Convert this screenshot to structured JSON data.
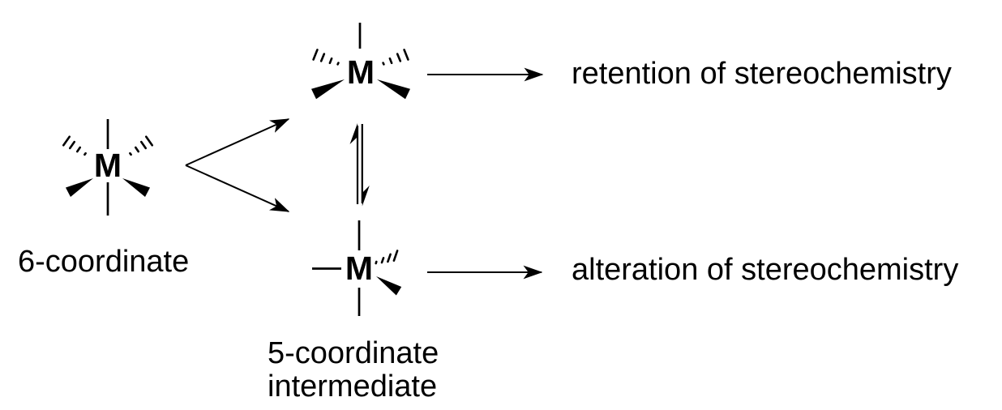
{
  "colors": {
    "ink": "#000000",
    "background": "#ffffff"
  },
  "structures": {
    "six_coordinate": {
      "symbol": "M",
      "caption": "6-coordinate"
    },
    "square_pyramidal_intermediate": {
      "symbol": "M"
    },
    "trigonal_bipyramidal_intermediate": {
      "symbol": "M"
    },
    "intermediate_caption": {
      "line1": "5-coordinate",
      "line2": "intermediate"
    }
  },
  "outcomes": {
    "retention": "retention of stereochemistry",
    "alteration": "alteration of stereochemistry"
  }
}
